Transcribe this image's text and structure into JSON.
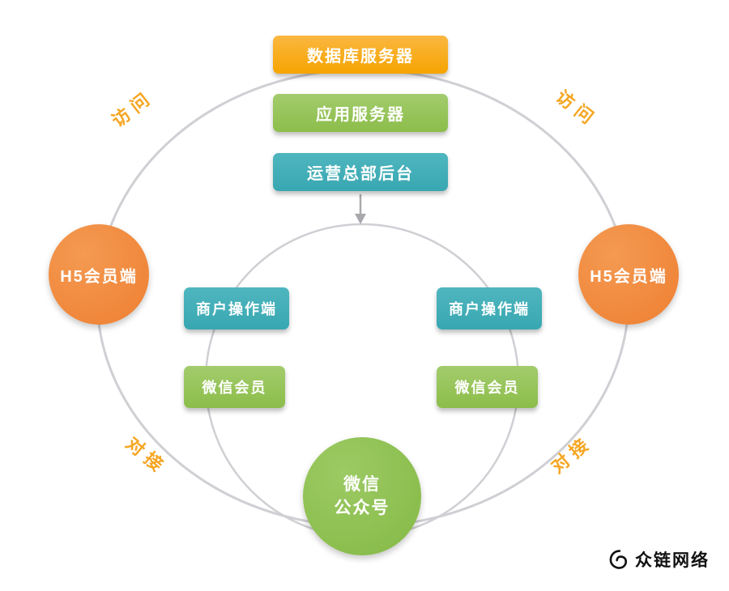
{
  "nodes": {
    "db_server": {
      "label": "数据库服务器"
    },
    "app_server": {
      "label": "应用服务器"
    },
    "ops_backend": {
      "label": "运营总部后台"
    },
    "h5_left": {
      "label": "H5会员端"
    },
    "h5_right": {
      "label": "H5会员端"
    },
    "merchant_left": {
      "label": "商户操作端"
    },
    "merchant_right": {
      "label": "商户操作端"
    },
    "wechat_member_left": {
      "label": "微信会员"
    },
    "wechat_member_right": {
      "label": "微信会员"
    },
    "wechat_official": {
      "line1": "微信",
      "line2": "公众号"
    }
  },
  "edge_labels": {
    "access_top_left": "访问",
    "access_top_right": "访问",
    "dock_bottom_left": "对接",
    "dock_bottom_right": "对接"
  },
  "logo": {
    "text": "众链网络",
    "icon": "chain-link-icon"
  },
  "colors": {
    "orange_box": "#f5a400",
    "green_box": "#8cbd4a",
    "teal_box": "#38a7b1",
    "orange_circle": "#ee7f31",
    "green_circle": "#84b945",
    "edge_label_text": "#f5a623",
    "ring_stroke": "#cfcfd4",
    "arrow": "#a9a9ad"
  }
}
